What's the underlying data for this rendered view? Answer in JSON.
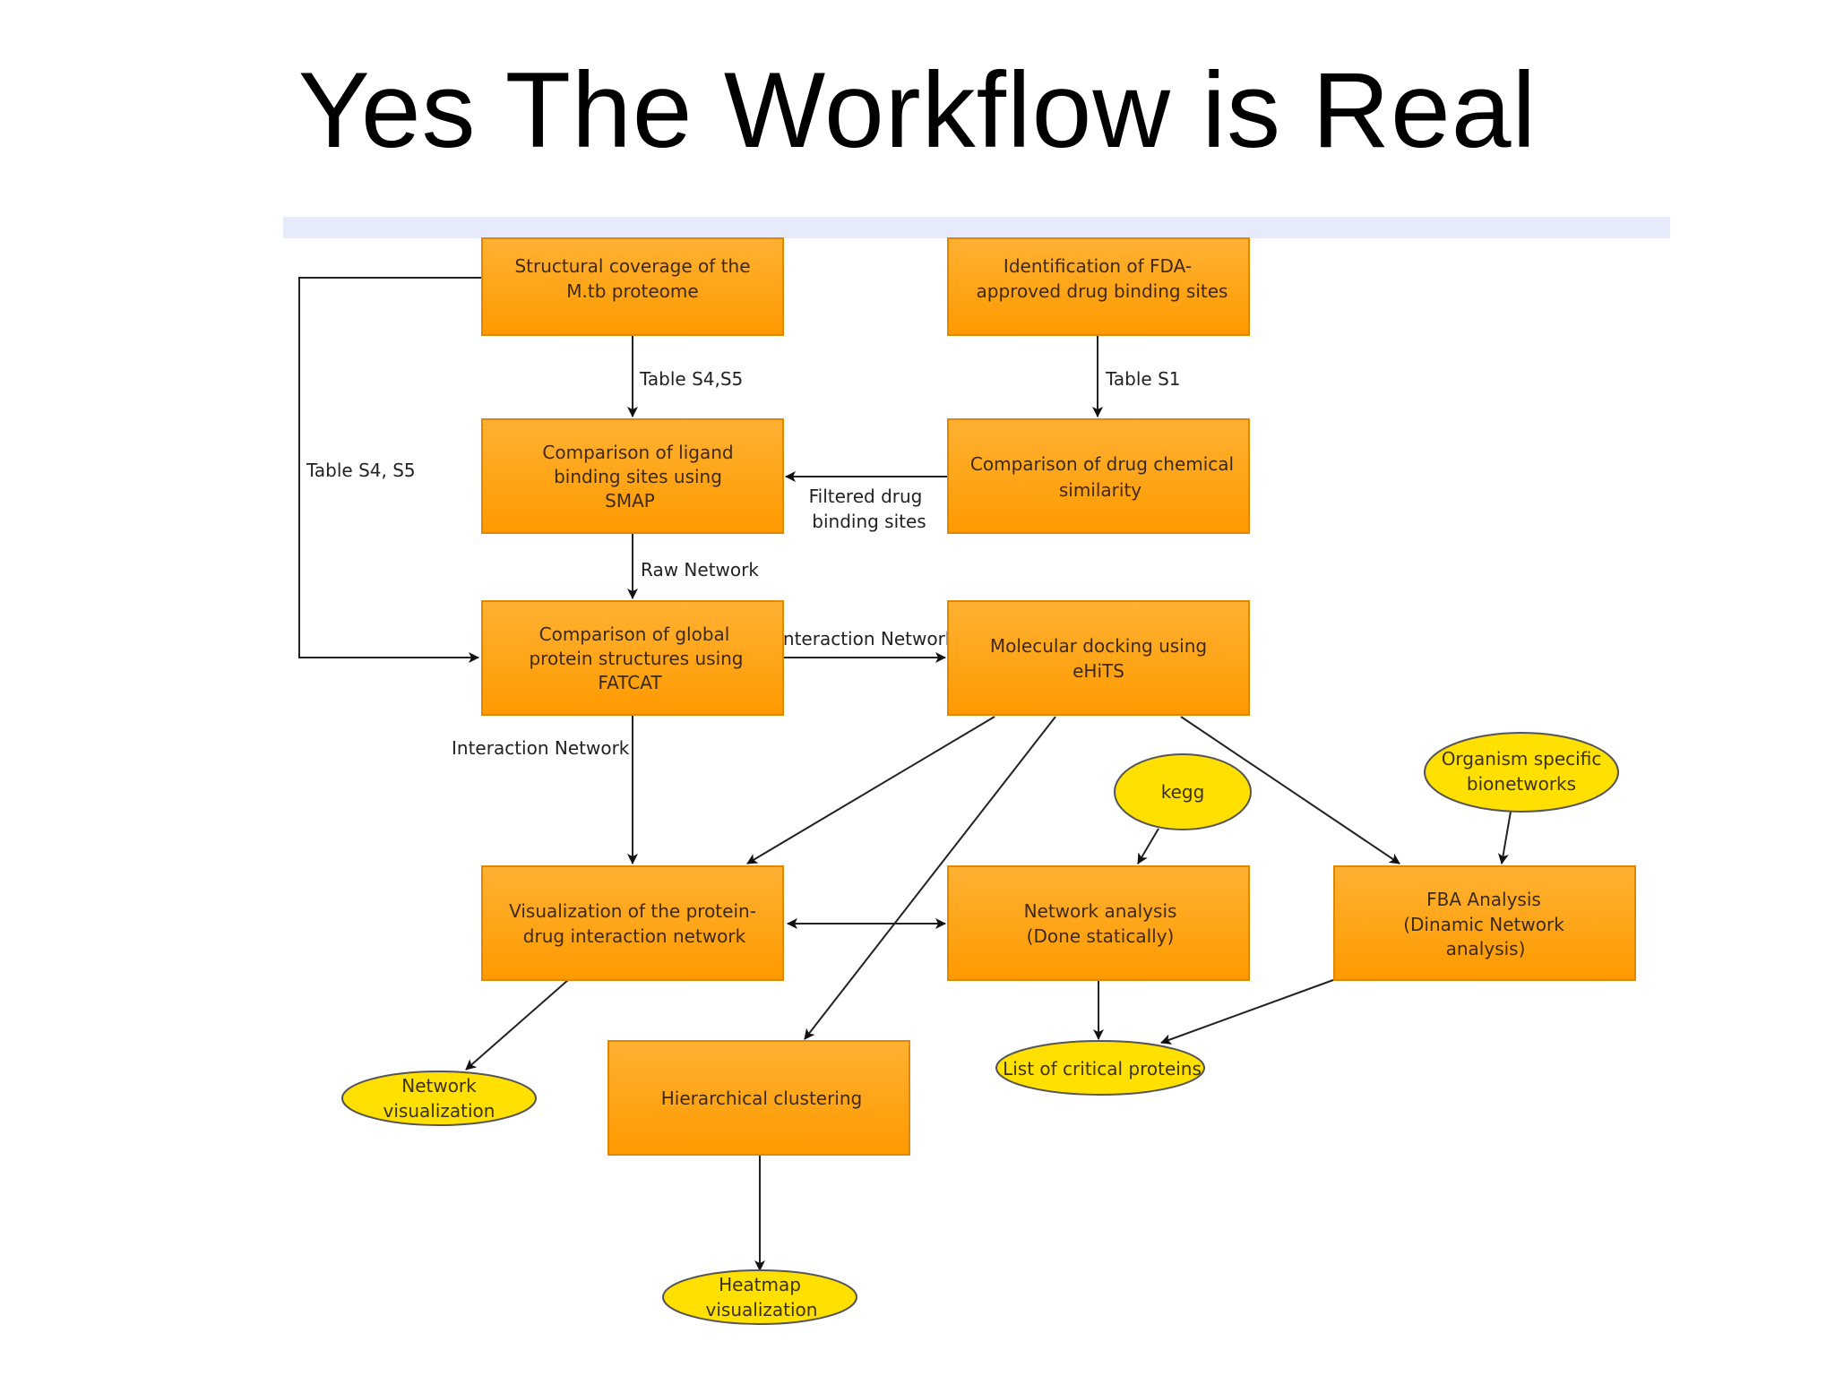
{
  "title": "Yes The Workflow is Real",
  "colors": {
    "box_fill_top": "#ffb133",
    "box_fill_bottom": "#ff9a00",
    "box_stroke": "#e08600",
    "ellipse_fill": "#ffe000",
    "ellipse_stroke": "#555555",
    "band": "#e6eaf9"
  },
  "nodes": {
    "structural": {
      "lines": [
        "Structural coverage of the",
        "M.tb proteome"
      ]
    },
    "fda": {
      "lines": [
        "Identification of FDA-",
        "approved drug binding sites"
      ]
    },
    "smap": {
      "lines": [
        "Comparison of ligand",
        "binding sites using",
        "SMAP"
      ]
    },
    "chem": {
      "lines": [
        "Comparison of drug chemical",
        "similarity"
      ]
    },
    "fatcat": {
      "lines": [
        "Comparison of global",
        "protein structures using",
        "FATCAT"
      ]
    },
    "docking": {
      "lines": [
        "Molecular docking using",
        "eHiTS"
      ]
    },
    "vis": {
      "lines": [
        "Visualization of the protein-",
        "drug interaction network"
      ]
    },
    "netan": {
      "lines": [
        "Network analysis",
        "(Done statically)"
      ]
    },
    "fba": {
      "lines": [
        "FBA Analysis",
        "(Dinamic Network",
        "analysis)"
      ]
    },
    "hier": {
      "lines": [
        "Hierarchical clustering"
      ]
    },
    "kegg": {
      "lines": [
        "kegg"
      ]
    },
    "organism": {
      "lines": [
        "Organism specific",
        "bionetworks"
      ]
    },
    "netvis": {
      "lines": [
        "Network",
        "visualization"
      ]
    },
    "critical": {
      "lines": [
        "List of critical proteins"
      ]
    },
    "heatmap": {
      "lines": [
        "Heatmap",
        "visualization"
      ]
    }
  },
  "edge_labels": {
    "table_s4s5_down": "Table S4,S5",
    "table_s1": "Table S1",
    "table_s4s5_left": "Table S4, S5",
    "filtered": [
      "Filtered drug",
      "binding sites"
    ],
    "raw_network": "Raw Network",
    "interaction_network_right": "Interaction Network",
    "interaction_network_down": "Interaction Network"
  }
}
